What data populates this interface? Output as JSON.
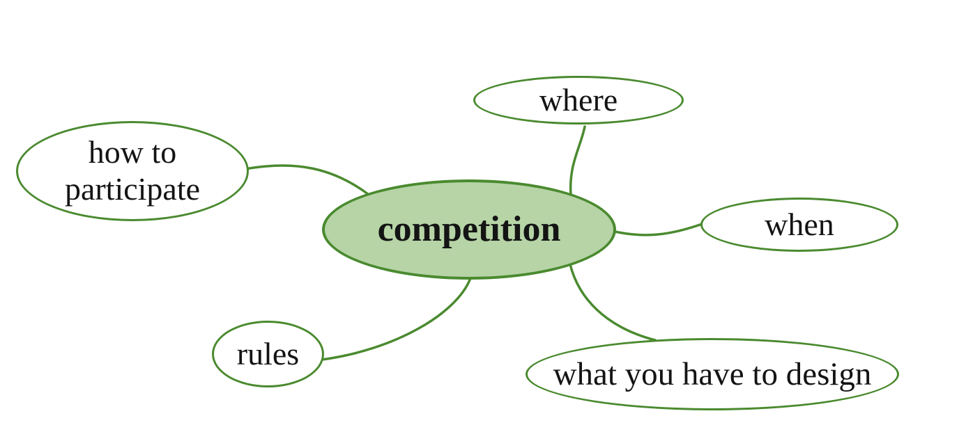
{
  "diagram": {
    "type": "mindmap",
    "center": {
      "id": "competition",
      "label": "competition"
    },
    "nodes": [
      {
        "id": "where",
        "label": "where"
      },
      {
        "id": "when",
        "label": "when"
      },
      {
        "id": "what-you-have-to-design",
        "label": "what you have to design"
      },
      {
        "id": "rules",
        "label": "rules"
      },
      {
        "id": "how-to-participate",
        "label": "how to participate"
      }
    ],
    "edges": [
      {
        "from": "competition",
        "to": "where"
      },
      {
        "from": "competition",
        "to": "when"
      },
      {
        "from": "competition",
        "to": "what you have to design"
      },
      {
        "from": "competition",
        "to": "rules"
      },
      {
        "from": "competition",
        "to": "how to participate"
      }
    ],
    "colors": {
      "stroke": "#4a8a2f",
      "center_fill": "#b6d4a6",
      "node_fill": "#ffffff",
      "text": "#141414",
      "background": "#ffffff"
    }
  }
}
